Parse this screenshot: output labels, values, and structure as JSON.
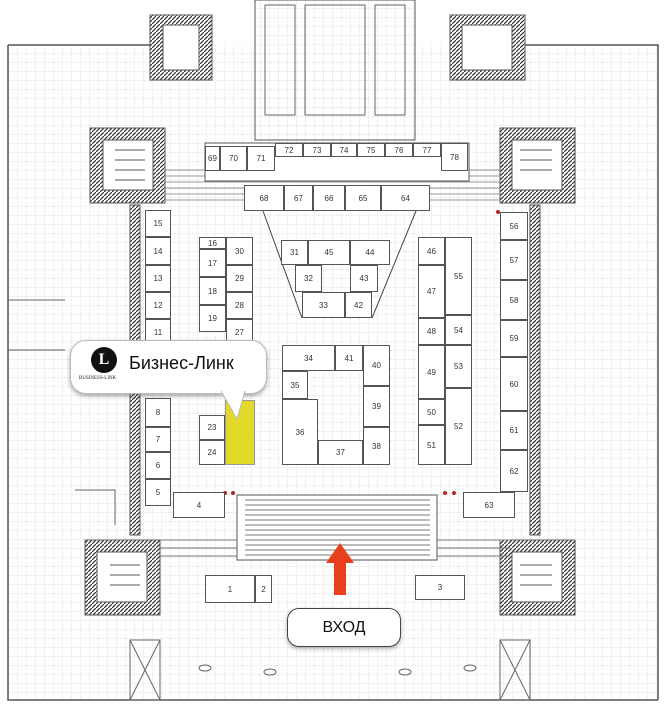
{
  "map": {
    "booths": [
      "1",
      "2",
      "3",
      "4",
      "5",
      "6",
      "7",
      "8",
      "11",
      "12",
      "13",
      "14",
      "15",
      "16",
      "17",
      "18",
      "19",
      "23",
      "24",
      "27",
      "28",
      "29",
      "30",
      "31",
      "32",
      "33",
      "34",
      "35",
      "36",
      "37",
      "38",
      "39",
      "40",
      "41",
      "42",
      "43",
      "44",
      "45",
      "46",
      "47",
      "48",
      "49",
      "50",
      "51",
      "52",
      "53",
      "54",
      "55",
      "56",
      "57",
      "58",
      "59",
      "60",
      "61",
      "62",
      "63",
      "64",
      "65",
      "66",
      "67",
      "68",
      "69",
      "70",
      "71",
      "72",
      "73",
      "74",
      "75",
      "76",
      "77",
      "78"
    ],
    "highlighted_booth_color": "#e3d92a",
    "callout": {
      "company": "Бизнес-Линк",
      "logo_text": "BUSINESS-LINK"
    },
    "entrance_label": "ВХОД",
    "arrow_color": "#e8401c"
  }
}
